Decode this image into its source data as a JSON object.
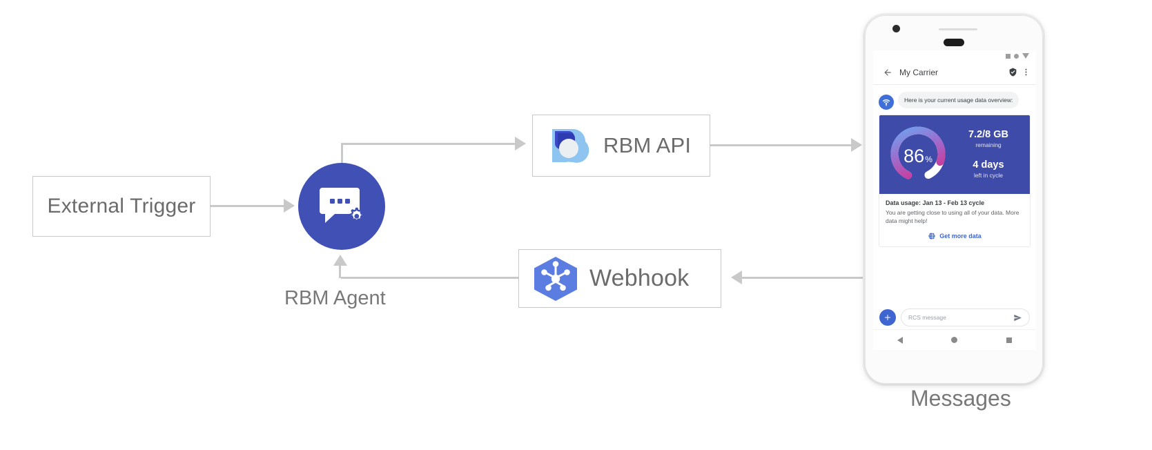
{
  "diagram": {
    "external_trigger": {
      "label": "External Trigger"
    },
    "rbm_agent": {
      "caption": "RBM Agent",
      "icon": "chat-bubble-gear-icon",
      "color": "#4050b5"
    },
    "rbm_api": {
      "label": "RBM API",
      "icon": "rbm-droplet-icon"
    },
    "webhook": {
      "label": "Webhook",
      "icon": "cloud-functions-hexagon-icon"
    },
    "device_caption": "Messages",
    "connector_color": "#c9c9c9"
  },
  "phone": {
    "status_icons": [
      "square-icon",
      "dot-icon",
      "triangle-down-icon"
    ],
    "app_bar": {
      "back_icon": "back-arrow-icon",
      "title": "My Carrier",
      "verified_icon": "shield-check-icon",
      "overflow_icon": "more-vert-icon"
    },
    "conversation": {
      "avatar_icon": "wifi-tower-icon",
      "message_text": "Here is your current usage data overview:",
      "card": {
        "gauge": {
          "value": "86",
          "unit": "%",
          "percent": 86,
          "track_color": "#ffffff",
          "gradient_start": "#6ba7f0",
          "gradient_mid": "#9a6fd0",
          "gradient_end": "#d62f8f",
          "panel_color": "#3f4ba8"
        },
        "stats": [
          {
            "primary": "7.2/8 GB",
            "secondary": "remaining"
          },
          {
            "primary": "4 days",
            "secondary": "left in cycle"
          }
        ],
        "title": "Data usage: Jan 13 - Feb 13 cycle",
        "body": "You are getting close to using all of your data. More data might help!",
        "action": {
          "icon": "globe-icon",
          "label": "Get more data",
          "color": "#3f66d0"
        }
      }
    },
    "composer": {
      "add_icon": "plus-icon",
      "placeholder": "RCS message",
      "value": "",
      "send_icon": "send-arrow-icon"
    },
    "nav_bar": {
      "back_icon": "nav-back-triangle-icon",
      "home_icon": "nav-home-circle-icon",
      "recents_icon": "nav-recents-square-icon"
    }
  }
}
